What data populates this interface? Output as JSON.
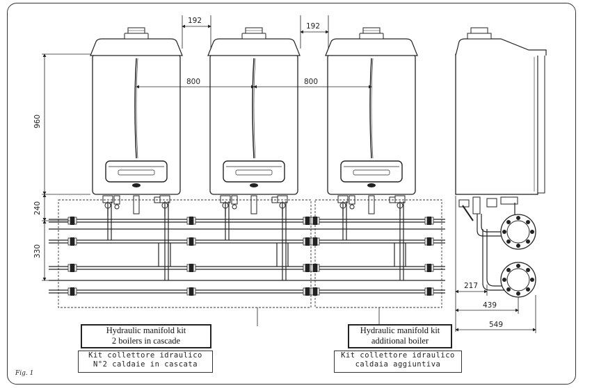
{
  "figure_label": "Fig. 1",
  "dimensions": {
    "gap_top_1": "192",
    "gap_top_2": "192",
    "pitch_1": "800",
    "pitch_2": "800",
    "height": "960",
    "manifold_offset": "240",
    "header_spacing": "330",
    "depth_1": "217",
    "depth_2": "439",
    "depth_3": "549"
  },
  "kits": {
    "cascade": {
      "title_en": "Hydraulic manifold kit",
      "subtitle_en": "2 boilers in cascade",
      "title_it": "Kit collettore idraulico",
      "subtitle_it": "N°2 caldaie in cascata"
    },
    "additional": {
      "title_en": "Hydraulic manifold kit",
      "subtitle_en": "additional boiler",
      "title_it": "Kit collettore idraulico",
      "subtitle_it": "caldaia aggiuntiva"
    }
  }
}
